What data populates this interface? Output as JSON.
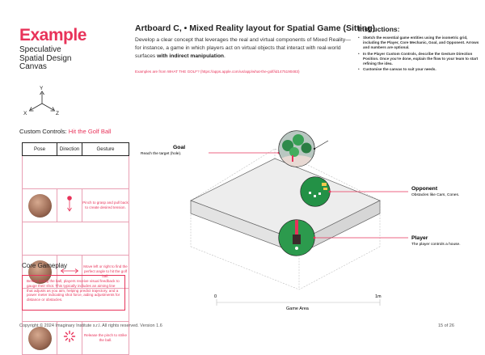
{
  "brand": {
    "title": "Example",
    "subtitle_lines": [
      "Speculative",
      "Spatial Design",
      "Canvas"
    ]
  },
  "artboard": {
    "title": "Artboard C, • Mixed Reality layout for Spatial Game (Sitting)",
    "description": "Develop a clear concept that leverages the real and virtual components of Mixed Reality—for instance, a game in which players act on virtual objects that interact with real-world surfaces ",
    "description_bold": "with indirect manipulation",
    "description_end": ".",
    "examples": "Examples are from WHAT THE GOLF? (https://apps.apple.com/us/app/what-the-golf/id1475190483)"
  },
  "instructions": {
    "title": "Instructions:",
    "items": [
      "Sketch the essential game entities using the isometric grid, including the Player, Core Mechanic, Goal, and Opponent. Arrows and numbers are optional.",
      "In the Player Custom Controls, describe the Gesture Direction Position. Once you’re done, explain the flow to your team to start refining the idea.",
      "Customise the canvas to suit your needs."
    ]
  },
  "axes": {
    "y": "Y",
    "x": "X",
    "z": "Z"
  },
  "custom_controls": {
    "title": "Custom Controls:",
    "title_highlight": "Hit the Golf Ball",
    "headers": [
      "Pose",
      "Direction",
      "Gesture"
    ],
    "rows": [
      {
        "direction_icon": "vertical-drag-icon",
        "gesture": "Pinch to grasp and pull back to create desired tension."
      },
      {
        "direction_icon": "horizontal-arrows-icon",
        "gesture": "Move left or right to find the perfect angle to hit the golf ball."
      },
      {
        "direction_icon": "release-burst-icon",
        "gesture": "Release the pinch to strike the ball."
      }
    ]
  },
  "core_gameplay": {
    "title": "Core Gameplay",
    "text": "Before hitting the ball, players receive visual feedback to gauge their shot. This typically includes an aiming line that adjusts as you aim, helping predict trajectory, and a power meter indicating shot force, aiding adjustments for distance or obstacles."
  },
  "scene": {
    "goal": {
      "title": "Goal",
      "subtitle": "Reach the target (hole)."
    },
    "opponent": {
      "title": "Opponent",
      "subtitle": "Obstacles like Cars, Cones."
    },
    "player": {
      "title": "Player",
      "subtitle": "The player controls a house."
    },
    "scale_start": "0",
    "scale_end": "1m",
    "area_label": "Game Area"
  },
  "colors": {
    "accent": "#e8335a",
    "grid": "#bfbfbf",
    "platform_top": "#ededed",
    "platform_side": "#d9d9d9"
  },
  "footer": {
    "copyright": "Copyright © 2024 Imaginary Institute s.r.l. All rights reserved. Version 1.6",
    "page": "15 of 26"
  }
}
